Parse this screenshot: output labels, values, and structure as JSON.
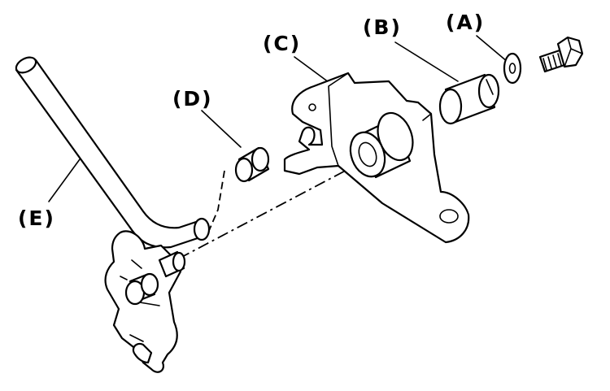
{
  "labels": {
    "a": "(A)",
    "b": "(B)",
    "c": "(C)",
    "d": "(D)",
    "e": "(E)"
  }
}
